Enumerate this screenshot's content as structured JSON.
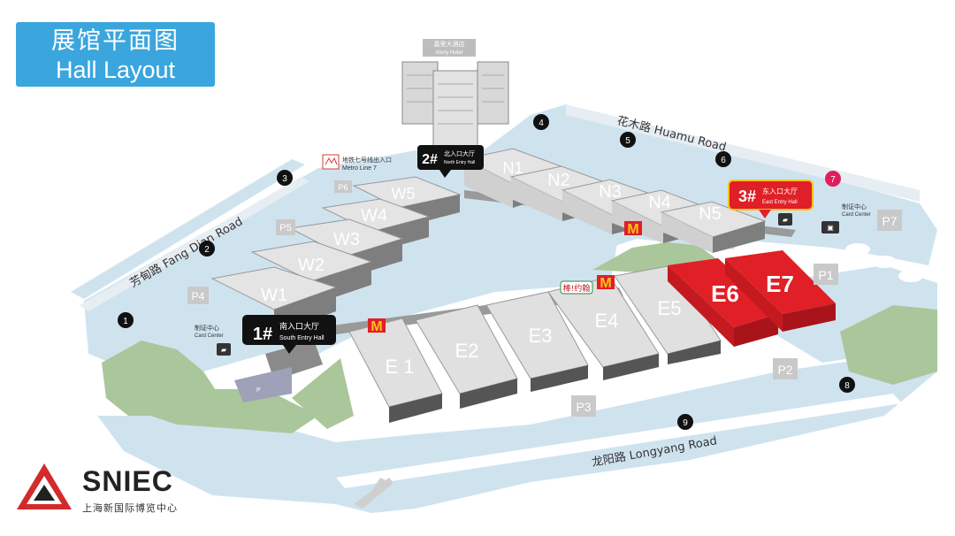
{
  "title": {
    "zh": "展馆平面图",
    "en": "Hall Layout"
  },
  "logo": {
    "name": "SNIEC",
    "sub": "上海新国际博览中心"
  },
  "colors": {
    "water": "#cfe3ef",
    "hall": "#d4d4d4",
    "hall_dark": "#4a4a4a",
    "highlight": "#e01f26",
    "green": "#a9c79a",
    "parking": "#c9c9c9"
  },
  "hotel": {
    "zh": "嘉里大酒店",
    "en": "Kerry Hotel"
  },
  "metro": {
    "zh": "地铁七号线出入口",
    "en": "Metro Line 7"
  },
  "roads": {
    "huamu": "花木路 Huamu Road",
    "fangdian": "芳甸路 Fang Dian Road",
    "longyang": "龙阳路 Longyang Road"
  },
  "entries": {
    "south": {
      "num": "1#",
      "zh": "南入口大厅",
      "en": "South Entry Hall"
    },
    "north": {
      "num": "2#",
      "zh": "北入口大厅",
      "en": "North Entry Hall"
    },
    "east": {
      "num": "3#",
      "zh": "东入口大厅",
      "en": "East Entry Hall"
    }
  },
  "card_center": {
    "zh": "制证中心",
    "en": "Card Center"
  },
  "halls": {
    "W1": "W1",
    "W2": "W2",
    "W3": "W3",
    "W4": "W4",
    "W5": "W5",
    "N1": "N1",
    "N2": "N2",
    "N3": "N3",
    "N4": "N4",
    "N5": "N5",
    "E1": "E 1",
    "E2": "E2",
    "E3": "E3",
    "E4": "E4",
    "E5": "E5",
    "E6": "E6",
    "E7": "E7"
  },
  "parking": {
    "P1": "P1",
    "P2": "P2",
    "P3": "P3",
    "P4": "P4",
    "P5": "P5",
    "P6": "P6",
    "P7": "P7"
  },
  "gates": [
    "1",
    "2",
    "3",
    "4",
    "5",
    "6",
    "7",
    "8",
    "9"
  ],
  "restaurant": "棒!约翰"
}
